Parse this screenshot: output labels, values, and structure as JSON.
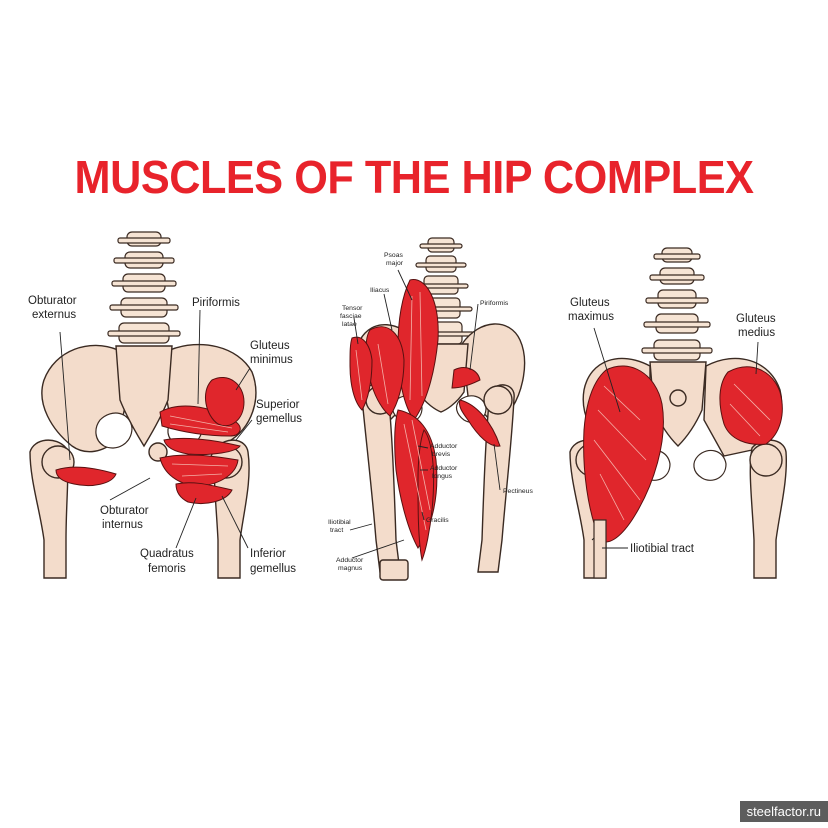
{
  "title": "MUSCLES OF THE HIP COMPLEX",
  "watermark": "steelfactor.ru",
  "posterior_deep_view": {
    "labels": {
      "obturator_externus_1": "Obturator",
      "obturator_externus_2": "externus",
      "piriformis": "Piriformis",
      "gluteus_minimus_1": "Gluteus",
      "gluteus_minimus_2": "minimus",
      "superior_gemellus_1": "Superior",
      "superior_gemellus_2": "gemellus",
      "obturator_internus_1": "Obturator",
      "obturator_internus_2": "internus",
      "quadratus_femoris_1": "Quadratus",
      "quadratus_femoris_2": "femoris",
      "inferior_gemellus_1": "Inferior",
      "inferior_gemellus_2": "gemellus"
    }
  },
  "anterior_view": {
    "labels": {
      "psoas_major_1": "Psoas",
      "psoas_major_2": "major",
      "iliacus": "Iliacus",
      "tensor_fasciae_latae_1": "Tensor",
      "tensor_fasciae_latae_2": "fasciae",
      "tensor_fasciae_latae_3": "latae",
      "piriformis": "Piriformis",
      "adductor_brevis_1": "Adductor",
      "adductor_brevis_2": "brevis",
      "adductor_longus_1": "Adductor",
      "adductor_longus_2": "longus",
      "pectineus": "Pectineus",
      "gracilis": "Gracilis",
      "iliotibial_tract_1": "Iliotibial",
      "iliotibial_tract_2": "tract",
      "adductor_magnus_1": "Adductor",
      "adductor_magnus_2": "magnus"
    }
  },
  "posterior_superficial_view": {
    "labels": {
      "gluteus_maximus_1": "Gluteus",
      "gluteus_maximus_2": "maximus",
      "gluteus_medius_1": "Gluteus",
      "gluteus_medius_2": "medius",
      "iliotibial_tract": "Iliotibial tract"
    }
  }
}
